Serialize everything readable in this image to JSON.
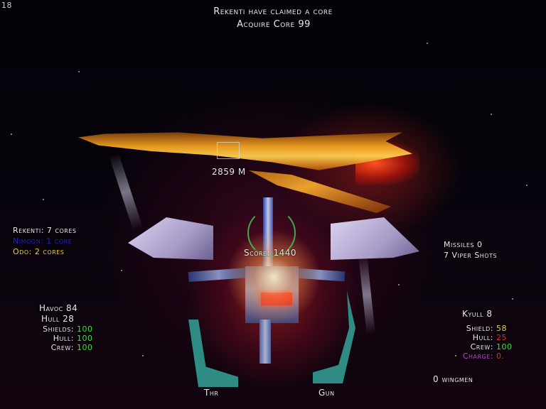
{
  "hud": {
    "fps": "18",
    "messages": [
      "Rekenti have claimed a core",
      "Acquire Core 99"
    ],
    "target": {
      "distance": "2859 M"
    },
    "score": "Score: 1440",
    "cores": [
      {
        "label": "Rekenti: 7 cores",
        "color": "#e8e8e8"
      },
      {
        "label": "Nimoon: 1 core",
        "color": "#2020d0"
      },
      {
        "label": "Odo: 2 cores",
        "color": "#e8d040"
      }
    ],
    "weapons": {
      "missiles": "Missiles 0",
      "viper_shots": "7 Viper Shots"
    },
    "player": {
      "name": "Havoc 84",
      "hull_title": "Hull 28",
      "stats": [
        {
          "label": "Shields:",
          "value": "100",
          "color": "#3fe03f"
        },
        {
          "label": "Hull:",
          "value": "100",
          "color": "#3fe03f"
        },
        {
          "label": "Crew:",
          "value": "100",
          "color": "#3fe03f"
        }
      ]
    },
    "target_ship": {
      "name": "Kyull 8",
      "stats": [
        {
          "label": "Shield:",
          "value": "58",
          "color": "#e8d040"
        },
        {
          "label": "Hull:",
          "value": "25",
          "color": "#e03030"
        },
        {
          "label": "Crew:",
          "value": "100",
          "color": "#3fe03f"
        },
        {
          "label": "Charge:",
          "value": "0.",
          "color": "#e03030",
          "label_color": "#c040d0"
        }
      ]
    },
    "wingmen": "0 wingmen",
    "throttle_label": "Thr",
    "gun_label": "Gun"
  }
}
